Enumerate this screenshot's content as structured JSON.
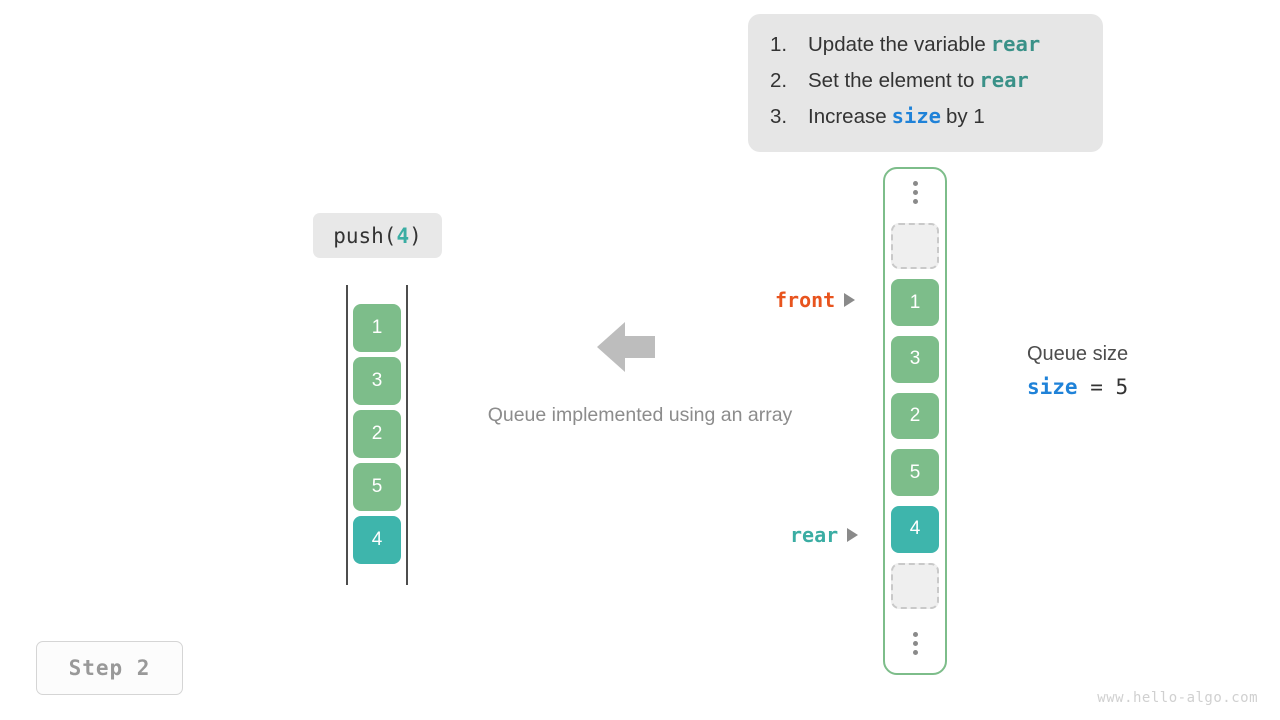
{
  "instructions": {
    "items": [
      {
        "num": "1.",
        "pre": "Update the variable",
        "code": "rear",
        "code_kind": "rear",
        "post": ""
      },
      {
        "num": "2.",
        "pre": "Set the element to",
        "code": "rear",
        "code_kind": "rear",
        "post": ""
      },
      {
        "num": "3.",
        "pre": "Increase",
        "code": "size",
        "code_kind": "size",
        "post": "by 1"
      }
    ]
  },
  "operation": {
    "name": "push(",
    "argument": "4",
    "close": ")"
  },
  "left_array": {
    "cells": [
      {
        "value": "1",
        "state": "filled"
      },
      {
        "value": "3",
        "state": "filled"
      },
      {
        "value": "2",
        "state": "filled"
      },
      {
        "value": "5",
        "state": "filled"
      },
      {
        "value": "4",
        "state": "highlight"
      }
    ]
  },
  "flow": {
    "arrow_icon": "arrow-left-icon",
    "caption": "Queue implemented using an array"
  },
  "circular_array": {
    "slots": [
      {
        "kind": "ellipsis"
      },
      {
        "kind": "empty",
        "value": ""
      },
      {
        "kind": "filled",
        "value": "1"
      },
      {
        "kind": "filled",
        "value": "3"
      },
      {
        "kind": "filled",
        "value": "2"
      },
      {
        "kind": "filled",
        "value": "5"
      },
      {
        "kind": "highlight",
        "value": "4"
      },
      {
        "kind": "empty",
        "value": ""
      },
      {
        "kind": "ellipsis"
      }
    ]
  },
  "pointers": {
    "front": {
      "label": "front"
    },
    "rear": {
      "label": "rear"
    }
  },
  "size_readout": {
    "title": "Queue size",
    "variable": "size",
    "equals": "=",
    "value": "5"
  },
  "step_badge": {
    "label": "Step 2"
  },
  "watermark": {
    "text": "www.hello-algo.com"
  },
  "colors": {
    "filled": "#7dbd8a",
    "highlight": "#3eb5ac",
    "empty_fill": "#efefef",
    "empty_border": "#c9c9c9",
    "container_border": "#7dbd8a",
    "front_label": "#e8541e",
    "rear_label": "#3aada3",
    "size_label": "#1f82d8",
    "panel_bg": "#e6e6e6",
    "caption": "#8c8c8c",
    "arrow": "#bdbdbd"
  }
}
